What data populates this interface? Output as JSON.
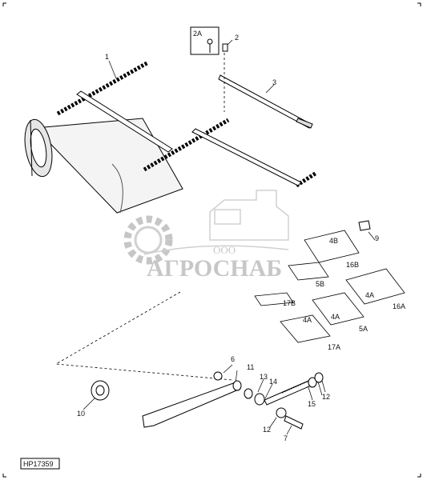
{
  "figure_code": "HP17359",
  "watermark": {
    "line1": "ООО",
    "line2": "АГРОСНАБ"
  },
  "callouts": {
    "c1": "1",
    "c2": "2",
    "c2a": "2A",
    "c3": "3",
    "c4b": "4B",
    "c16b": "16B",
    "c5b": "5B",
    "c17b": "17B",
    "c9": "9",
    "c4a_1": "4A",
    "c4a_2": "4A",
    "c4a_3": "4A",
    "c16a": "16A",
    "c5a": "5A",
    "c17a": "17A",
    "c6": "6",
    "c11": "11",
    "c13": "13",
    "c14": "14",
    "c12a": "12",
    "c12b": "12",
    "c15": "15",
    "c10": "10",
    "c7": "7"
  }
}
